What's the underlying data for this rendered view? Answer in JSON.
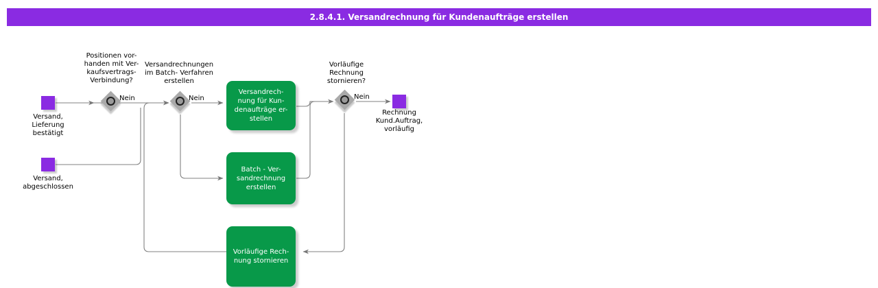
{
  "titlebar": {
    "title": "2.8.4.1. Versandrechnung für Kundenaufträge erstellen",
    "background_color": "#8A2BE2",
    "text_color": "#FFFFFF"
  },
  "diagram": {
    "type": "epc-process-flow",
    "colors": {
      "event_purple": "#8A2BE2",
      "function_green": "#089949",
      "gateway_gray": "#A9A9A9",
      "connector_gray": "#808080"
    },
    "events": [
      {
        "id": "ev-versand-lieferung-bestaetigt",
        "label": "Versand,\nLieferung\nbestätigt"
      },
      {
        "id": "ev-versand-abgeschlossen",
        "label": "Versand,\nabgeschlossen"
      },
      {
        "id": "ev-rechnung-kundauftrag-vorlaeufig",
        "label": "Rechnung\nKund.Auftrag,\nvorläufig"
      }
    ],
    "gateways": [
      {
        "id": "gw-positionen-kaufsvertrag",
        "label": "Positionen  vor-\nhanden mit  Ver-\nkaufsvertrags-\nVerbindung?",
        "out_label": "Nein"
      },
      {
        "id": "gw-batch-verfahren",
        "label": "Versandrechnungen\nim Batch- Verfahren\nerstellen",
        "out_label": "Nein"
      },
      {
        "id": "gw-vorlaeufige-rechnung-stornieren",
        "label": "Vorläufige\nRechnung\nstornieren?",
        "out_label": "Nein"
      }
    ],
    "functions": [
      {
        "id": "fn-versandrechnung-kundenauftraege",
        "label": "Versandrech-\nnung für Kun-\ndenaufträge er-\nstellen"
      },
      {
        "id": "fn-batch-versandrechnung",
        "label": "Batch - Ver-\nsandrechnung\nerstellen"
      },
      {
        "id": "fn-vorlaeufige-rechnung-stornieren",
        "label": "Vorläufige Rech-\nnung stornieren"
      }
    ]
  }
}
